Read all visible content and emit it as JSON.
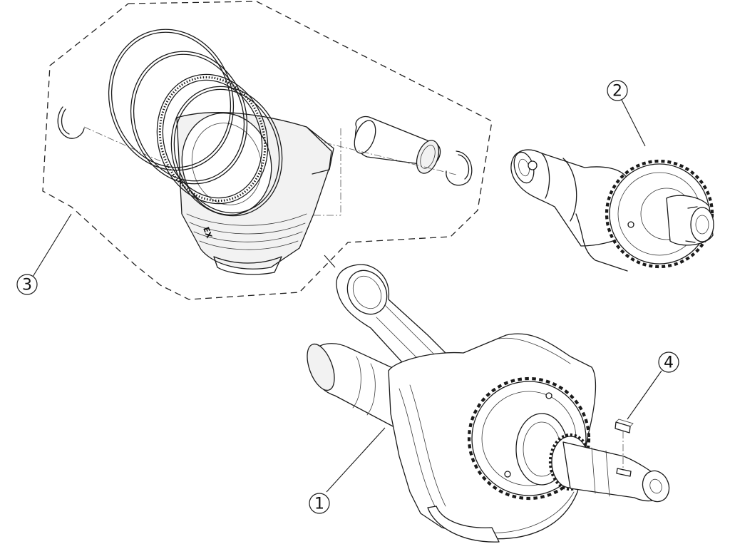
{
  "callouts": [
    {
      "id": "1",
      "label": "1"
    },
    {
      "id": "2",
      "label": "2"
    },
    {
      "id": "3",
      "label": "3"
    },
    {
      "id": "4",
      "label": "4"
    }
  ],
  "piston_marking": "EX",
  "colors": {
    "line": "#1a1a1a",
    "background": "#ffffff"
  }
}
